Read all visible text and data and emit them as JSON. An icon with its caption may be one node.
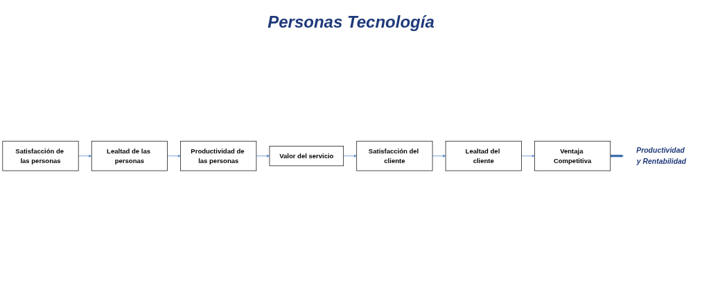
{
  "diagram": {
    "nodes": [
      {
        "text": [
          "Satisfacción de las personas"
        ]
      },
      {
        "text": [
          "Lealtad de las personas"
        ]
      },
      {
        "text": [
          "Productividad de las personas"
        ]
      },
      {
        "text": [
          "Valor del servicio"
        ]
      },
      {
        "text": [
          "Satisfacción del cliente"
        ]
      },
      {
        "text": [
          "Lealtad del cliente"
        ]
      },
      {
        "text": [
          "Ventaja Competitiva"
        ]
      },
      {
        "text": [
          "Productividad y Rentabilidad"
        ]
      }
    ],
    "edges": [
      {
        "from": 0,
        "to": 1,
        "arrow": "to"
      },
      {
        "from": 1,
        "to": 2,
        "arrow": "to"
      },
      {
        "from": 2,
        "to": 3,
        "arrow": "to"
      },
      {
        "from": 3,
        "to": 4,
        "arrow": "to"
      },
      {
        "from": 4,
        "to": 5,
        "arrow": "to"
      },
      {
        "from": 5,
        "to": 6,
        "arrow": "to"
      },
      {
        "from": 6,
        "to": 7,
        "arrow": "to",
        "style": "thick"
      }
    ],
    "labels": [
      "Personas Tecnología"
    ]
  }
}
